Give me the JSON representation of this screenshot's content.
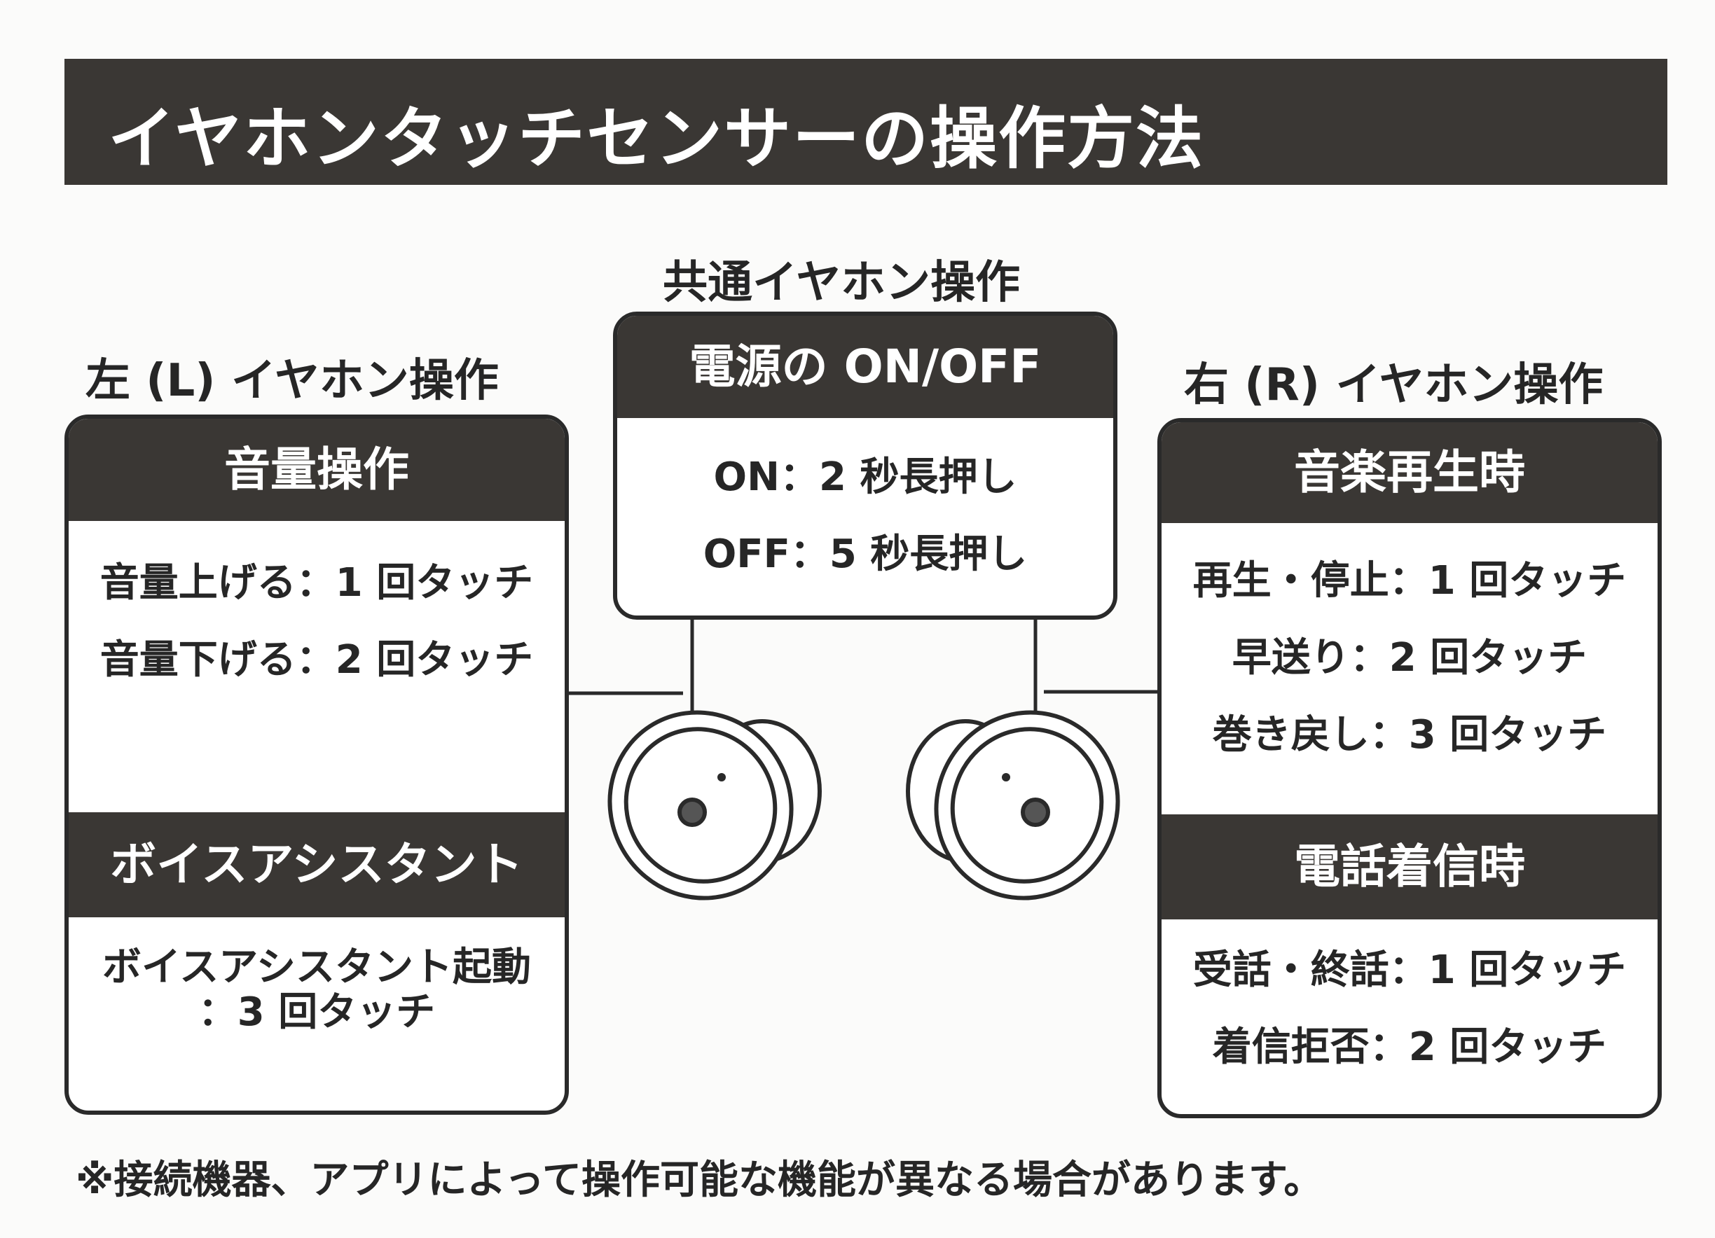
{
  "title": "イヤホンタッチセンサーの操作方法",
  "common": {
    "group_title": "共通イヤホン操作",
    "power": {
      "header": "電源の ON/OFF",
      "lines": [
        "ON：2 秒長押し",
        "OFF：5 秒長押し"
      ]
    }
  },
  "left": {
    "group_title": "左 (L) イヤホン操作",
    "volume": {
      "header": "音量操作",
      "lines": [
        "音量上げる：1 回タッチ",
        "音量下げる：2 回タッチ"
      ]
    },
    "assistant": {
      "header": "ボイスアシスタント",
      "lines": [
        "ボイスアシスタント起動",
        "：3 回タッチ"
      ]
    }
  },
  "right": {
    "group_title": "右 (R) イヤホン操作",
    "music": {
      "header": "音楽再生時",
      "lines": [
        "再生・停止：1 回タッチ",
        "早送り：2 回タッチ",
        "巻き戻し：3 回タッチ"
      ]
    },
    "call": {
      "header": "電話着信時",
      "lines": [
        "受話・終話：1 回タッチ",
        "着信拒否：2 回タッチ"
      ]
    }
  },
  "footnote": "※接続機器、アプリによって操作可能な機能が異なる場合があります。"
}
